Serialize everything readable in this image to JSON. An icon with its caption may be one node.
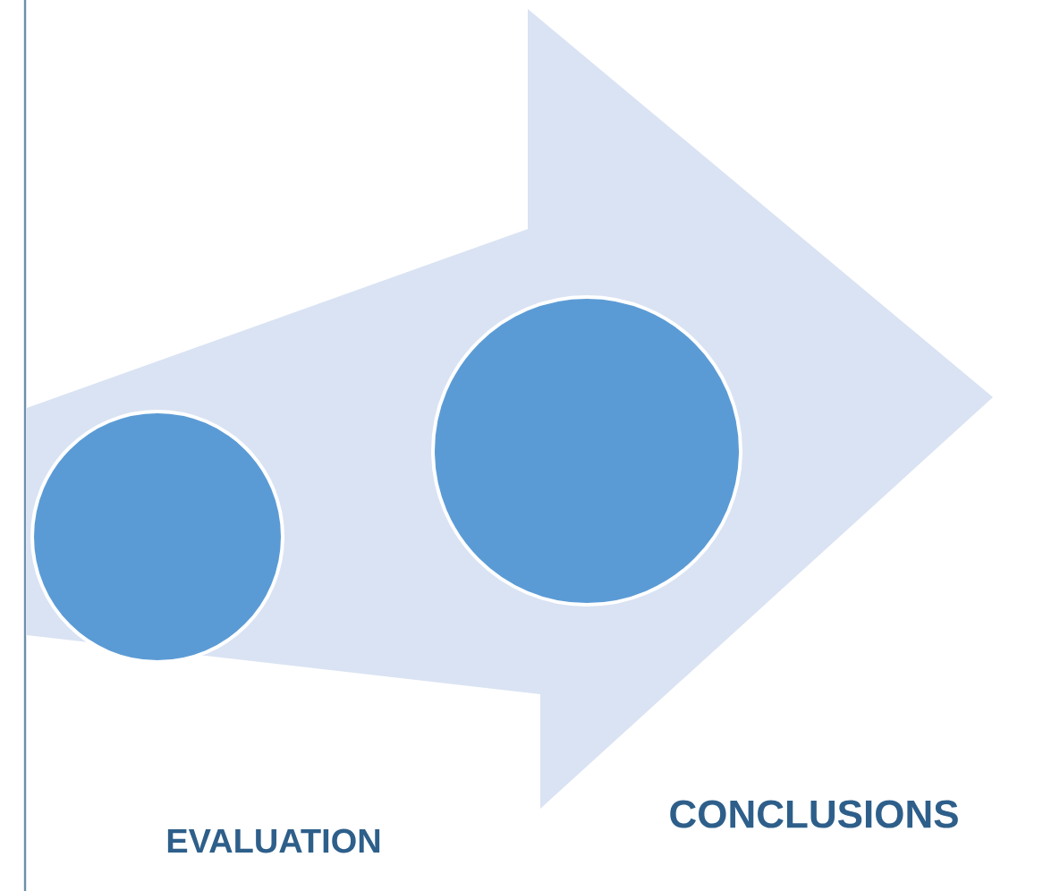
{
  "diagram": {
    "nodes": [
      {
        "text": [],
        "shape": "circle"
      },
      {
        "text": [],
        "shape": "circle"
      }
    ],
    "labels": [
      "EVALUATION",
      "CONCLUSIONS"
    ]
  }
}
